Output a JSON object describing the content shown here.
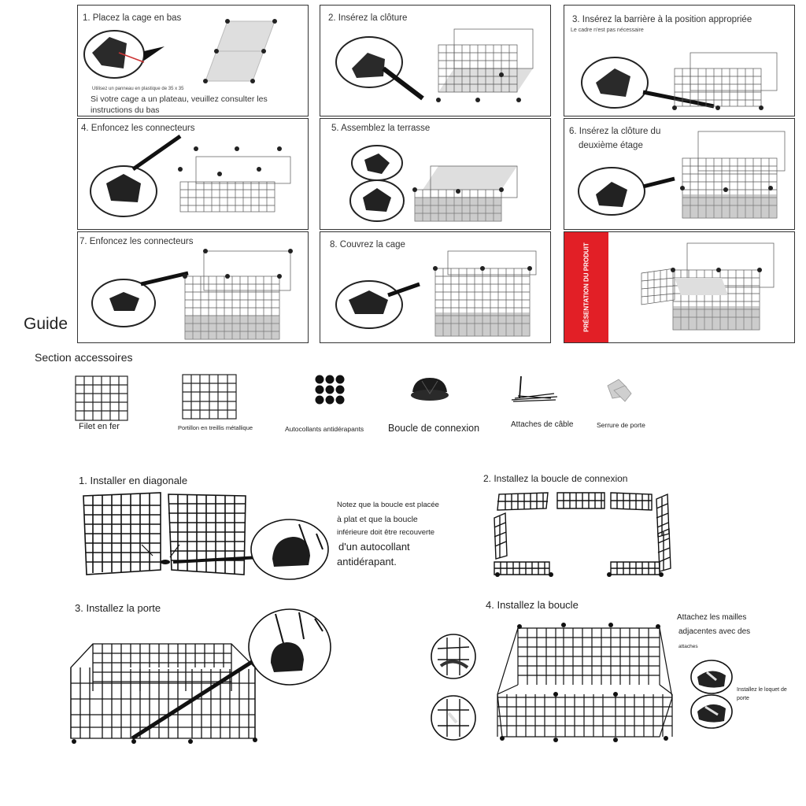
{
  "steps": [
    {
      "title": "1. Placez la cage en bas",
      "note_small": "Utilisez un panneau en plastique de 35 x 35",
      "note": "Si votre cage a un plateau, veuillez consulter les instructions du bas"
    },
    {
      "title": "2. Insérez la clôture"
    },
    {
      "title": "3. Insérez la barrière à la position appropriée",
      "note_small": "Le cadre n'est pas nécessaire"
    },
    {
      "title": "4. Enfoncez les connecteurs"
    },
    {
      "title": "5. Assemblez la terrasse"
    },
    {
      "title_line1": "6. Insérez la clôture du",
      "title_line2": "deuxième étage"
    },
    {
      "title": "7. Enfoncez les connecteurs"
    },
    {
      "title": "8. Couvrez la cage"
    }
  ],
  "presentation_label": "PRÉSENTATION DU PRODUIT",
  "guide_title": "Guide",
  "accessories": {
    "heading": "Section accessoires",
    "items": [
      "Filet en fer",
      "Portillon en treillis métallique",
      "Autocollants antidérapants",
      "Boucle de connexion",
      "Attaches de câble",
      "Serrure de porte"
    ]
  },
  "instructions": {
    "diag_title": "1. Installer en diagonale",
    "diag_note1": "Notez que la boucle est placée",
    "diag_note2": "à plat et que la boucle",
    "diag_note3": "inférieure doit être recouverte",
    "diag_note4": "d'un autocollant",
    "diag_note5": "antidérapant.",
    "boucle_title": "2. Installez la boucle de connexion",
    "porte_title": "3. Installez la porte",
    "boucle4_title": "4. Installez la boucle",
    "attach_note1": "Attachez les mailles",
    "attach_note2": "adjacentes avec des",
    "attach_note3": "attaches",
    "loquet_note1": "Installez le loquet de",
    "loquet_note2": "porte"
  },
  "colors": {
    "accent_red": "#e21f26",
    "line": "#222222"
  }
}
